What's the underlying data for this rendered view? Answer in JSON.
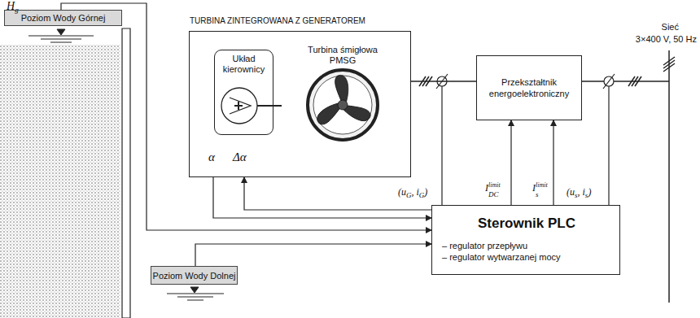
{
  "diagram": {
    "nodes": [
      {
        "text": [
          "Poziom Wody Górnej"
        ]
      },
      {
        "text": [
          "TURBINA ZINTEGROWANA Z GENERATOREM"
        ]
      },
      {
        "text": [
          "Układ kierownicy"
        ],
        "in": 1
      },
      {
        "text": [
          "Turbina śmigłowa PMSG"
        ],
        "in": 1
      },
      {
        "text": [
          "Przekształtnik energoelektroniczny"
        ]
      },
      {
        "text": [
          "Sterownik PLC",
          "– regulator przepływu",
          "– regulator wytwarzanej mocy"
        ]
      },
      {
        "text": [
          "Poziom Wody Dolnej"
        ]
      }
    ],
    "edges": [
      {
        "from": 0,
        "to": 5,
        "arrow": "to"
      },
      {
        "from": 1,
        "to": 4,
        "arrow": "none"
      },
      {
        "from": 5,
        "to": 4,
        "arrow": "to"
      },
      {
        "from": 5,
        "to": 4,
        "arrow": "to"
      },
      {
        "from": 1,
        "to": 5,
        "arrow": "to"
      },
      {
        "from": 5,
        "to": 1,
        "arrow": "to"
      },
      {
        "from": 6,
        "to": 5,
        "arrow": "to"
      }
    ],
    "labels": [
      "H",
      "g",
      "α",
      "Δα",
      "(u",
      "G",
      ", i",
      "G",
      ")",
      "I",
      "DC",
      "limit",
      "I",
      "s",
      "limit",
      "(u",
      "s",
      ", i",
      "s",
      ")",
      "Sieć",
      "3×400 V, 50 Hz"
    ]
  }
}
